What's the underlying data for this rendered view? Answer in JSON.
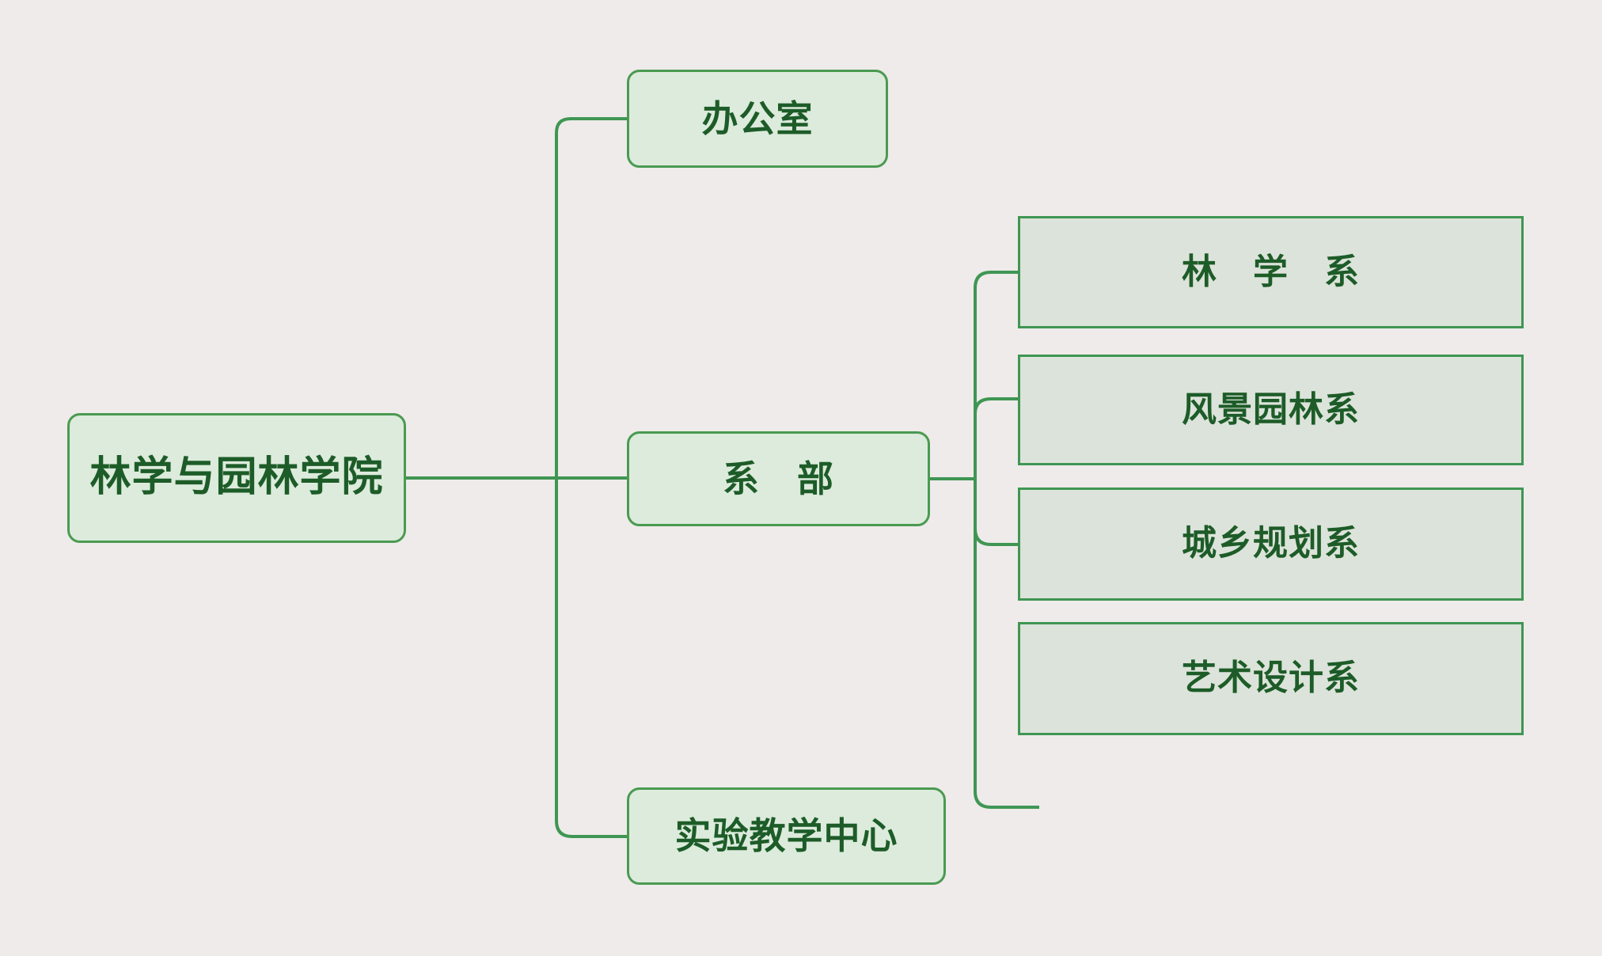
{
  "theme": {
    "background": "#eeebea",
    "text_color": "#1d5c28",
    "rounded_fill": "#dcebdc",
    "rounded_border": "#4a9a51",
    "square_fill": "#dce3da",
    "square_border": "#3f9653",
    "connector_color": "#3f9653"
  },
  "chart_data": {
    "type": "diagram",
    "title": "林学与园林学院",
    "root": {
      "id": "root",
      "label": "林学与园林学院",
      "shape": "rounded"
    },
    "children": [
      {
        "id": "office",
        "label": "办公室",
        "shape": "rounded"
      },
      {
        "id": "depts",
        "label": "系　部",
        "shape": "rounded",
        "children": [
          {
            "id": "dept-0",
            "label": "林　学　系",
            "shape": "square"
          },
          {
            "id": "dept-1",
            "label": "风景园林系",
            "shape": "square"
          },
          {
            "id": "dept-2",
            "label": "城乡规划系",
            "shape": "square"
          },
          {
            "id": "dept-3",
            "label": "艺术设计系",
            "shape": "square"
          }
        ]
      },
      {
        "id": "lab",
        "label": "实验教学中心",
        "shape": "rounded"
      }
    ]
  },
  "nodes": {
    "root": {
      "label": "林学与园林学院"
    },
    "office": {
      "label": "办公室"
    },
    "depts": {
      "label": "系　部"
    },
    "lab": {
      "label": "实验教学中心"
    },
    "departments": [
      {
        "label": "林　学　系"
      },
      {
        "label": "风景园林系"
      },
      {
        "label": "城乡规划系"
      },
      {
        "label": "艺术设计系"
      }
    ]
  }
}
